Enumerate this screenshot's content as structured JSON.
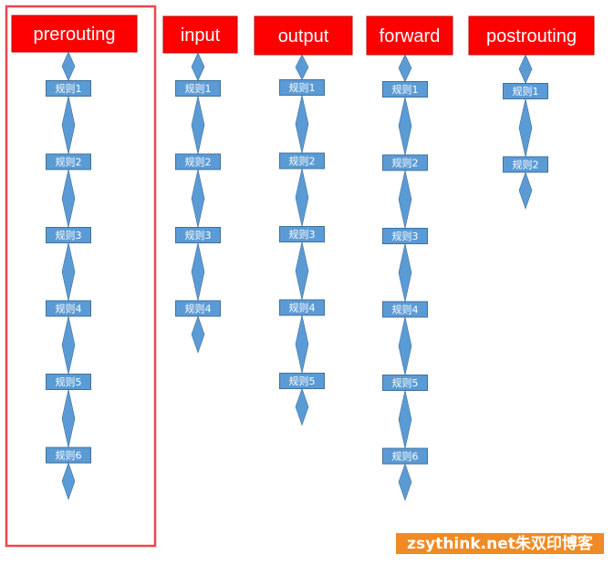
{
  "chains": [
    {
      "name": "prerouting",
      "rules": [
        "规则1",
        "规则2",
        "规则3",
        "规则4",
        "规则5",
        "规则6"
      ],
      "highlighted": true
    },
    {
      "name": "input",
      "rules": [
        "规则1",
        "规则2",
        "规则3",
        "规则4"
      ],
      "highlighted": false
    },
    {
      "name": "output",
      "rules": [
        "规则1",
        "规则2",
        "规则3",
        "规则4",
        "规则5"
      ],
      "highlighted": false
    },
    {
      "name": "forward",
      "rules": [
        "规则1",
        "规则2",
        "规则3",
        "规则4",
        "规则5",
        "规则6"
      ],
      "highlighted": false
    },
    {
      "name": "postrouting",
      "rules": [
        "规则1",
        "规则2"
      ],
      "highlighted": false
    }
  ],
  "watermark": {
    "text": "zsythink.net朱双印博客",
    "color": "#f08a24"
  },
  "colors": {
    "header_fill": "#ff0000",
    "header_border": "#c00000",
    "rule_fill": "#5b9bd5",
    "rule_border": "#41719c",
    "arrow_fill": "#5b9bd5",
    "highlight_border": "#e8474a"
  }
}
